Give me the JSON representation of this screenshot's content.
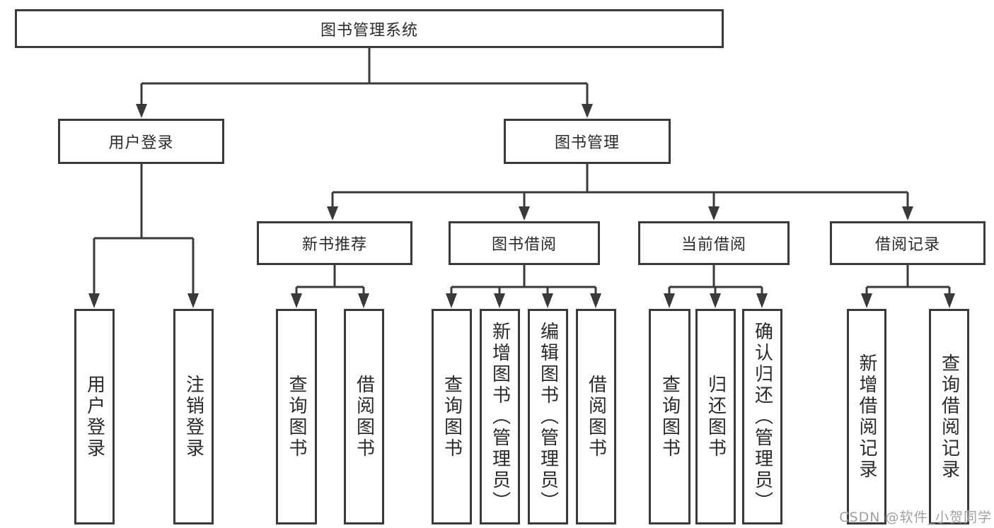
{
  "diagram_title": "图书管理系统",
  "tree": {
    "root": {
      "label": "图书管理系统",
      "children": [
        {
          "label": "用户登录",
          "children": [
            {
              "label": "用户登录"
            },
            {
              "label": "注销登录"
            }
          ]
        },
        {
          "label": "图书管理",
          "children": [
            {
              "label": "新书推荐",
              "children": [
                {
                  "label": "查询图书"
                },
                {
                  "label": "借阅图书"
                }
              ]
            },
            {
              "label": "图书借阅",
              "children": [
                {
                  "label": "查询图书"
                },
                {
                  "label": "新增图书（管理员）"
                },
                {
                  "label": "编辑图书（管理员）"
                },
                {
                  "label": "借阅图书"
                }
              ]
            },
            {
              "label": "当前借阅",
              "children": [
                {
                  "label": "查询图书"
                },
                {
                  "label": "归还图书"
                },
                {
                  "label": "确认归还（管理员）"
                }
              ]
            },
            {
              "label": "借阅记录",
              "children": [
                {
                  "label": "新增借阅记录"
                },
                {
                  "label": "查询借阅记录"
                }
              ]
            }
          ]
        }
      ]
    }
  },
  "watermark": {
    "text": "CSDN @软件_小贺同学"
  },
  "colors": {
    "line": "#3a3a3a",
    "box_border": "#3a3a3a",
    "text": "#2a2a2a",
    "watermark": "#a0a0a0",
    "background": "#ffffff"
  }
}
